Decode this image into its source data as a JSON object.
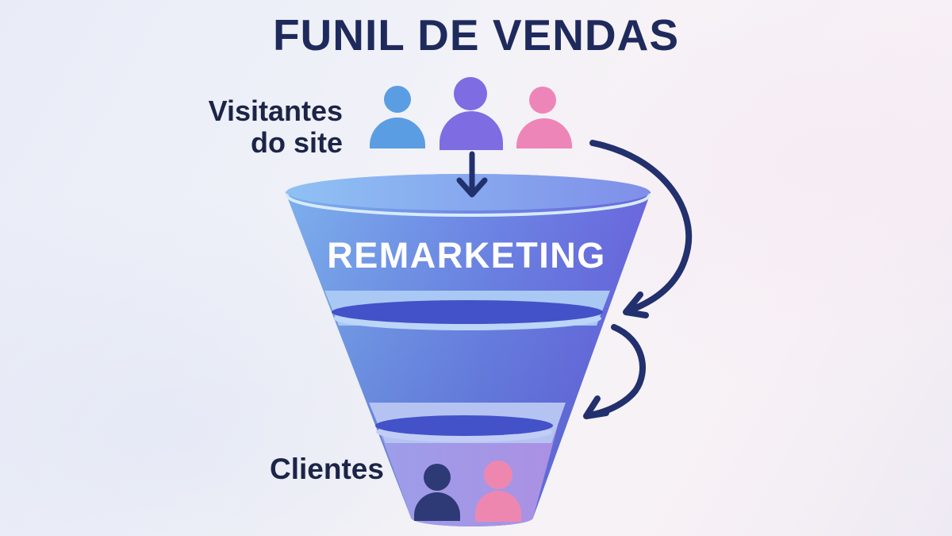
{
  "title": "FUNIL DE VENDAS",
  "labels": {
    "visitors_line1": "Visitantes",
    "visitors_line2": "do site",
    "remarketing": "REMARKETING",
    "clients": "Clientes"
  },
  "funnel": {
    "stages": [
      {
        "label": "Visitantes do site"
      },
      {
        "label": "REMARKETING"
      },
      {
        "label": "Clientes"
      }
    ]
  },
  "icons": {
    "visitors": [
      "person-blue-icon",
      "person-purple-icon",
      "person-pink-icon"
    ],
    "clients": [
      "person-navy-icon",
      "person-pink-icon"
    ],
    "arrows": [
      "down-arrow-icon",
      "curved-arrow-upper-icon",
      "curved-arrow-lower-icon"
    ]
  },
  "colors": {
    "title_navy": "#1f2a5c",
    "label_navy": "#1c2547",
    "stage_white": "#ffffff",
    "arrow_navy": "#23306e",
    "funnel_left": "#7caeec",
    "funnel_mid": "#6d86e4",
    "funnel_right": "#6a67dd",
    "top_left": "#8fc1f4",
    "top_right": "#7f8fe9",
    "rim_highlight": "#d8ebfc",
    "dark_ring": "#4352c8",
    "band_light_1": "#a9c8f3",
    "band_light_2": "#b5c3f3",
    "arc_light_1": "#bcd6f7",
    "arc_light_2": "#c2cdf6",
    "tier3_left": "#9c9eea",
    "tier3_right": "#ab90e3",
    "person_blue": "#5b9de3",
    "person_purple": "#7e6ce2",
    "person_pink": "#ee85b8",
    "client_navy": "#2d3a76",
    "client_pink": "#ee87b0"
  }
}
